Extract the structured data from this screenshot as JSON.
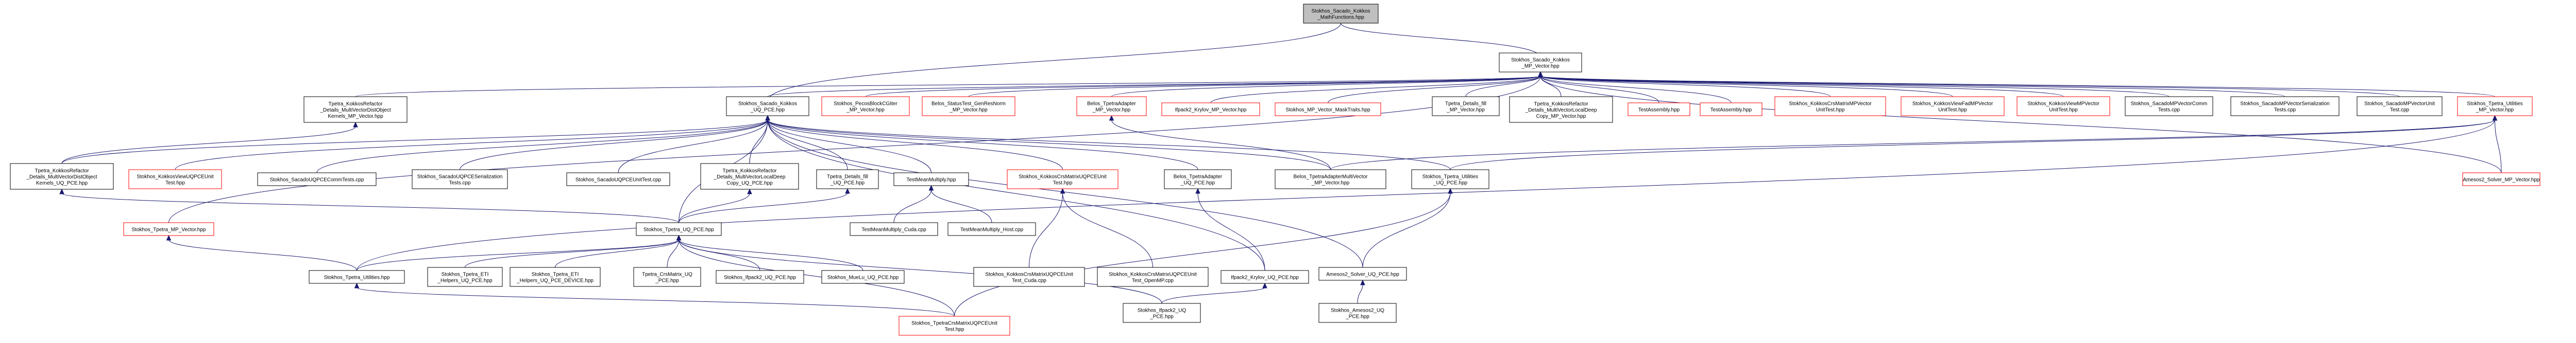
{
  "nodes": [
    {
      "id": "n0",
      "lines": [
        "Stokhos_Sacado_Kokkos",
        "_MathFunctions.hpp"
      ],
      "style": "focus"
    },
    {
      "id": "n1",
      "lines": [
        "Stokhos_Sacado_Kokkos",
        "_MP_Vector.hpp"
      ],
      "style": "normal"
    },
    {
      "id": "n2",
      "lines": [
        "Tpetra_KokkosRefactor",
        "_Details_MultiVectorDistObject",
        "Kernels_MP_Vector.hpp"
      ],
      "style": "normal"
    },
    {
      "id": "n3",
      "lines": [
        "Stokhos_Sacado_Kokkos",
        "_UQ_PCE.hpp"
      ],
      "style": "normal"
    },
    {
      "id": "n4",
      "lines": [
        "Stokhos_PecosBlockCGIter",
        "_MP_Vector.hpp"
      ],
      "style": "red"
    },
    {
      "id": "n5",
      "lines": [
        "Belos_StatusTest_GenResNorm",
        "_MP_Vector.hpp"
      ],
      "style": "red"
    },
    {
      "id": "n6",
      "lines": [
        "Belos_TpetraAdapter",
        "_MP_Vector.hpp"
      ],
      "style": "red"
    },
    {
      "id": "n7",
      "lines": [
        "Ifpack2_Krylov_MP_Vector.hpp"
      ],
      "style": "red"
    },
    {
      "id": "n8",
      "lines": [
        "Stokhos_MP_Vector_MaskTraits.hpp"
      ],
      "style": "red"
    },
    {
      "id": "n9",
      "lines": [
        "Tpetra_Details_fill",
        "_MP_Vector.hpp"
      ],
      "style": "normal"
    },
    {
      "id": "n10",
      "lines": [
        "Tpetra_KokkosRefactor",
        "_Details_MultiVectorLocalDeep",
        "Copy_MP_Vector.hpp"
      ],
      "style": "normal"
    },
    {
      "id": "n11",
      "lines": [
        "TestAssembly.hpp"
      ],
      "style": "red"
    },
    {
      "id": "n12",
      "lines": [
        "TestAssembly.hpp"
      ],
      "style": "red"
    },
    {
      "id": "n13",
      "lines": [
        "Stokhos_KokkosCrsMatrixMPVector",
        "UnitTest.hpp"
      ],
      "style": "red"
    },
    {
      "id": "n14",
      "lines": [
        "Stokhos_KokkosViewFadMPVector",
        "UnitTest.hpp"
      ],
      "style": "red"
    },
    {
      "id": "n15",
      "lines": [
        "Stokhos_KokkosViewMPVector",
        "UnitTest.hpp"
      ],
      "style": "red"
    },
    {
      "id": "n16",
      "lines": [
        "Stokhos_SacadoMPVectorComm",
        "Tests.cpp"
      ],
      "style": "normal"
    },
    {
      "id": "n17",
      "lines": [
        "Stokhos_SacadoMPVectorSerialization",
        "Tests.cpp"
      ],
      "style": "normal"
    },
    {
      "id": "n18",
      "lines": [
        "Stokhos_SacadoMPVectorUnit",
        "Test.cpp"
      ],
      "style": "normal"
    },
    {
      "id": "n19",
      "lines": [
        "Stokhos_Tpetra_Utilities",
        "_MP_Vector.hpp"
      ],
      "style": "red"
    },
    {
      "id": "n20",
      "lines": [
        "Tpetra_KokkosRefactor",
        "_Details_MultiVectorDistObject",
        "Kernels_UQ_PCE.hpp"
      ],
      "style": "normal"
    },
    {
      "id": "n21",
      "lines": [
        "Stokhos_KokkosViewUQPCEUnit",
        "Test.hpp"
      ],
      "style": "red"
    },
    {
      "id": "n22",
      "lines": [
        "Stokhos_SacadoUQPCECommTests.cpp"
      ],
      "style": "normal"
    },
    {
      "id": "n23",
      "lines": [
        "Stokhos_SacadoUQPCESerialization",
        "Tests.cpp"
      ],
      "style": "normal"
    },
    {
      "id": "n24",
      "lines": [
        "Stokhos_SacadoUQPCEUnitTest.cpp"
      ],
      "style": "normal"
    },
    {
      "id": "n25",
      "lines": [
        "Tpetra_KokkosRefactor",
        "_Details_MultiVectorLocalDeep",
        "Copy_UQ_PCE.hpp"
      ],
      "style": "normal"
    },
    {
      "id": "n26",
      "lines": [
        "Tpetra_Details_fill",
        "_UQ_PCE.hpp"
      ],
      "style": "normal"
    },
    {
      "id": "n27",
      "lines": [
        "TestMeanMultiply.hpp"
      ],
      "style": "normal"
    },
    {
      "id": "n28",
      "lines": [
        "Stokhos_KokkosCrsMatrixUQPCEUnit",
        "Test.hpp"
      ],
      "style": "red"
    },
    {
      "id": "n29",
      "lines": [
        "Belos_TpetraAdapter",
        "_UQ_PCE.hpp"
      ],
      "style": "normal"
    },
    {
      "id": "n30",
      "lines": [
        "Belos_TpetraAdapterMultiVector",
        "_MP_Vector.hpp"
      ],
      "style": "normal"
    },
    {
      "id": "n31",
      "lines": [
        "Stokhos_Tpetra_Utilities",
        "_UQ_PCE.hpp"
      ],
      "style": "normal"
    },
    {
      "id": "n32",
      "lines": [
        "Amesos2_Solver_MP_Vector.hpp"
      ],
      "style": "red"
    },
    {
      "id": "n33",
      "lines": [
        "Stokhos_Tpetra_MP_Vector.hpp"
      ],
      "style": "red"
    },
    {
      "id": "n34",
      "lines": [
        "Stokhos_Tpetra_UQ_PCE.hpp"
      ],
      "style": "normal"
    },
    {
      "id": "n35",
      "lines": [
        "TestMeanMultiply_Cuda.cpp"
      ],
      "style": "normal"
    },
    {
      "id": "n36",
      "lines": [
        "TestMeanMultiply_Host.cpp"
      ],
      "style": "normal"
    },
    {
      "id": "n37",
      "lines": [
        "Stokhos_KokkosCrsMatrixUQPCEUnit",
        "Test_Cuda.cpp"
      ],
      "style": "normal"
    },
    {
      "id": "n38",
      "lines": [
        "Stokhos_KokkosCrsMatrixUQPCEUnit",
        "Test_OpenMP.cpp"
      ],
      "style": "normal"
    },
    {
      "id": "n39",
      "lines": [
        "Ifpack2_Krylov_UQ_PCE.hpp"
      ],
      "style": "normal"
    },
    {
      "id": "n40",
      "lines": [
        "Amesos2_Solver_UQ_PCE.hpp"
      ],
      "style": "normal"
    },
    {
      "id": "n41",
      "lines": [
        "Stokhos_Tpetra_Utilities.hpp"
      ],
      "style": "normal"
    },
    {
      "id": "n42",
      "lines": [
        "Stokhos_Tpetra_ETI",
        "_Helpers_UQ_PCE.hpp"
      ],
      "style": "normal"
    },
    {
      "id": "n43",
      "lines": [
        "Stokhos_Tpetra_ETI",
        "_Helpers_UQ_PCE_DEVICE.hpp"
      ],
      "style": "normal"
    },
    {
      "id": "n44",
      "lines": [
        "Tpetra_CrsMatrix_UQ",
        "_PCE.hpp"
      ],
      "style": "normal"
    },
    {
      "id": "n45",
      "lines": [
        "Stokhos_Ifpack2_UQ_PCE.hpp"
      ],
      "style": "normal"
    },
    {
      "id": "n46",
      "lines": [
        "Stokhos_MueLu_UQ_PCE.hpp"
      ],
      "style": "normal"
    },
    {
      "id": "n47",
      "lines": [
        "Stokhos_Ifpack2_UQ",
        "_PCE.hpp"
      ],
      "style": "normal"
    },
    {
      "id": "n48",
      "lines": [
        "Stokhos_Amesos2_UQ",
        "_PCE.hpp"
      ],
      "style": "normal"
    },
    {
      "id": "n49",
      "lines": [
        "Stokhos_TpetraCrsMatrixUQPCEUnit",
        "Test.hpp"
      ],
      "style": "red"
    }
  ]
}
